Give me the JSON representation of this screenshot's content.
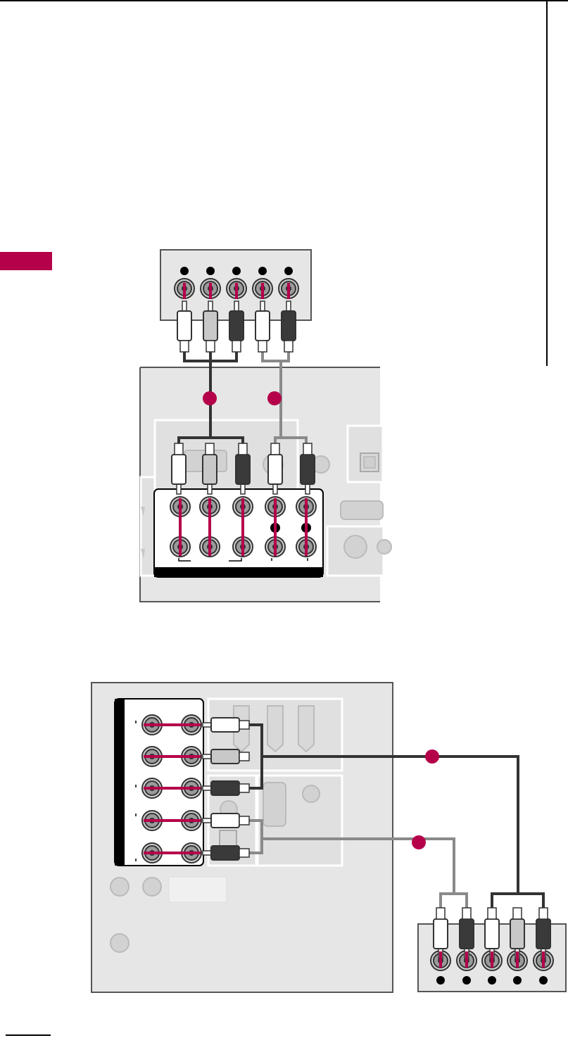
{
  "colors": {
    "accent": "#b5004a",
    "panel_gray": "#e6e6e6",
    "panel_stroke": "#555555",
    "cable_dark": "#333333",
    "cable_gray": "#8a8a8a",
    "plug_white": "#ffffff",
    "plug_light": "#c8c8c8",
    "plug_dark": "#3a3a3a"
  },
  "icons": [
    "rca-jack-icon",
    "rca-plug-icon",
    "hdmi-port-icon",
    "vga-port-icon",
    "optical-port-icon",
    "svideo-port-icon",
    "step-marker-icon"
  ],
  "diagrams": [
    {
      "name": "upper-component-connection",
      "device_jacks": 5,
      "tv_jack_columns": 5,
      "step_markers": 2
    },
    {
      "name": "lower-component-connection",
      "tv_jack_rows": 5,
      "device_jacks": 5,
      "step_markers": 2
    }
  ]
}
